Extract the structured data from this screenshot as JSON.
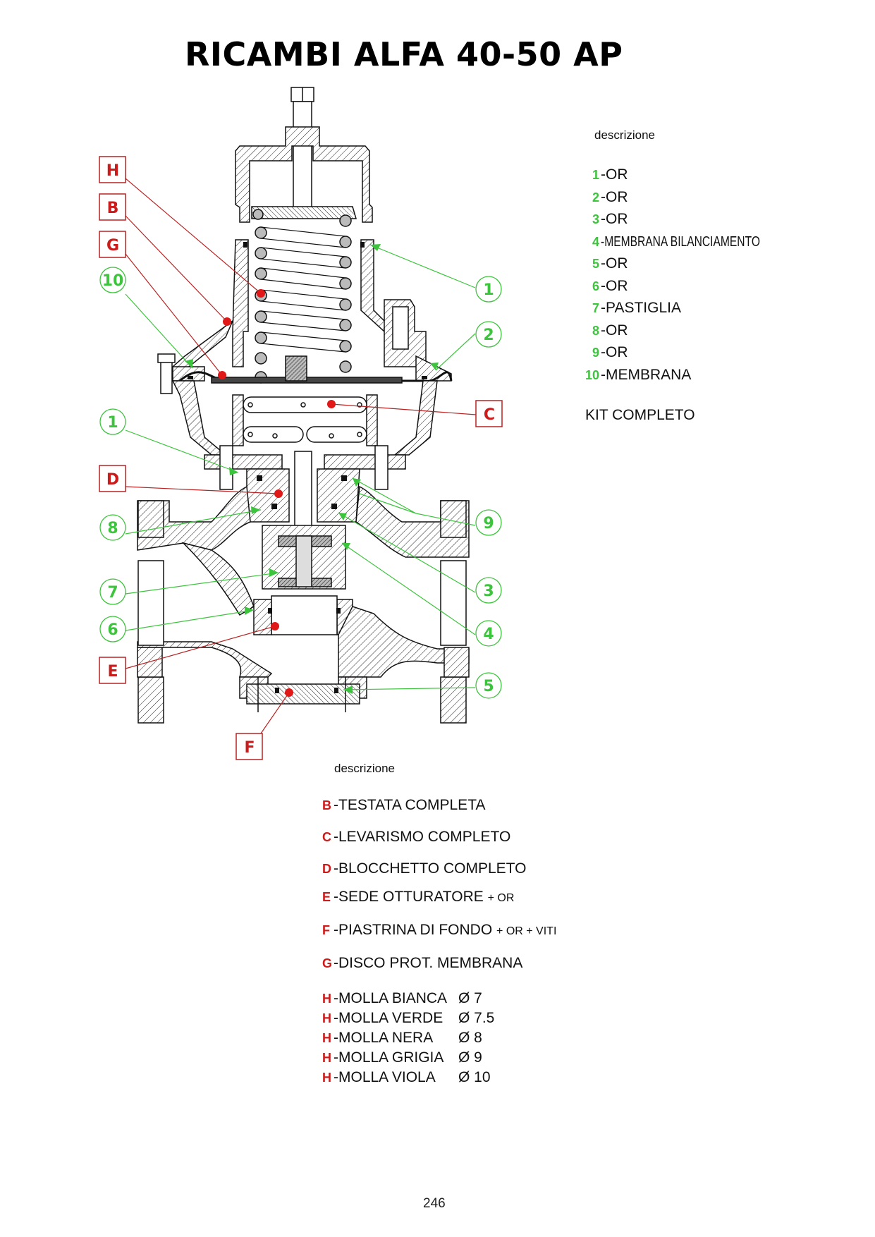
{
  "page": {
    "title": "RICAMBI ALFA 40-50 AP",
    "page_number": "246"
  },
  "colors": {
    "numbered_parts": "#3cc43c",
    "lettered_assemblies": "#cc1b1b",
    "text": "#111111"
  },
  "diagram": {
    "description": "Sectional drawing of pressure regulator valve with part callouts",
    "letter_callouts": [
      "H",
      "B",
      "G",
      "C",
      "D",
      "E",
      "F"
    ],
    "number_callouts_left": [
      "10",
      "1",
      "8",
      "7",
      "6"
    ],
    "number_callouts_right": [
      "1",
      "2",
      "9",
      "3",
      "4",
      "5"
    ]
  },
  "parts_legend": {
    "header": "descrizione",
    "items": [
      {
        "num": "1",
        "desc": "-OR"
      },
      {
        "num": "2",
        "desc": "-OR"
      },
      {
        "num": "3",
        "desc": "-OR"
      },
      {
        "num": "4",
        "desc": "-MEMBRANA BILANCIAMENTO"
      },
      {
        "num": "5",
        "desc": "-OR"
      },
      {
        "num": "6",
        "desc": "-OR"
      },
      {
        "num": "7",
        "desc": "-PASTIGLIA"
      },
      {
        "num": "8",
        "desc": "-OR"
      },
      {
        "num": "9",
        "desc": "-OR"
      },
      {
        "num": "10",
        "desc": "-MEMBRANA"
      }
    ],
    "kit_label": "KIT COMPLETO"
  },
  "assemblies_legend": {
    "header": "descrizione",
    "items": [
      {
        "letter": "B",
        "desc": "-TESTATA COMPLETA",
        "extra": ""
      },
      {
        "letter": "C",
        "desc": "-LEVARISMO COMPLETO",
        "extra": ""
      },
      {
        "letter": "D",
        "desc": "-BLOCCHETTO COMPLETO",
        "extra": ""
      },
      {
        "letter": "E",
        "desc": "-SEDE OTTURATORE",
        "extra": "+ OR"
      },
      {
        "letter": "F",
        "desc": "-PIASTRINA DI FONDO",
        "extra": "+ OR + VITI"
      },
      {
        "letter": "G",
        "desc": "-DISCO PROT. MEMBRANA",
        "extra": ""
      }
    ],
    "springs": [
      {
        "letter": "H",
        "desc": "-MOLLA BIANCA",
        "diameter": "Ø 7"
      },
      {
        "letter": "H",
        "desc": "-MOLLA VERDE",
        "diameter": "Ø 7.5"
      },
      {
        "letter": "H",
        "desc": "-MOLLA NERA",
        "diameter": "Ø 8"
      },
      {
        "letter": "H",
        "desc": "-MOLLA GRIGIA",
        "diameter": "Ø 9"
      },
      {
        "letter": "H",
        "desc": "-MOLLA VIOLA",
        "diameter": "Ø 10"
      }
    ]
  }
}
